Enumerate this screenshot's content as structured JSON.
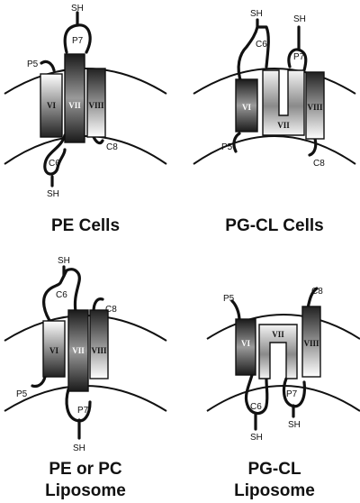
{
  "panels": [
    {
      "caption": [
        "PE Cells"
      ],
      "helices": [
        "VI",
        "VII",
        "VIII"
      ],
      "loops": {
        "p5": "P5",
        "p7": "P7",
        "c6": "C6",
        "c8": "C8"
      },
      "sh": [
        "SH",
        "SH"
      ]
    },
    {
      "caption": [
        "PG-CL Cells"
      ],
      "helices": [
        "VI",
        "VII",
        "VIII"
      ],
      "loops": {
        "p5": "P5",
        "p7": "P7",
        "c6": "C6",
        "c8": "C8"
      },
      "sh": [
        "SH",
        "SH"
      ]
    },
    {
      "caption": [
        "PE or PC",
        "Liposome"
      ],
      "helices": [
        "VI",
        "VII",
        "VIII"
      ],
      "loops": {
        "p5": "P5",
        "p7": "P7",
        "c6": "C6",
        "c8": "C8"
      },
      "sh": [
        "SH",
        "SH"
      ]
    },
    {
      "caption": [
        "PG-CL",
        "Liposome"
      ],
      "helices": [
        "VI",
        "VII",
        "VIII"
      ],
      "loops": {
        "p5": "P5",
        "p7": "P7",
        "c6": "C6",
        "c8": "C8"
      },
      "sh": [
        "SH",
        "SH"
      ]
    }
  ]
}
